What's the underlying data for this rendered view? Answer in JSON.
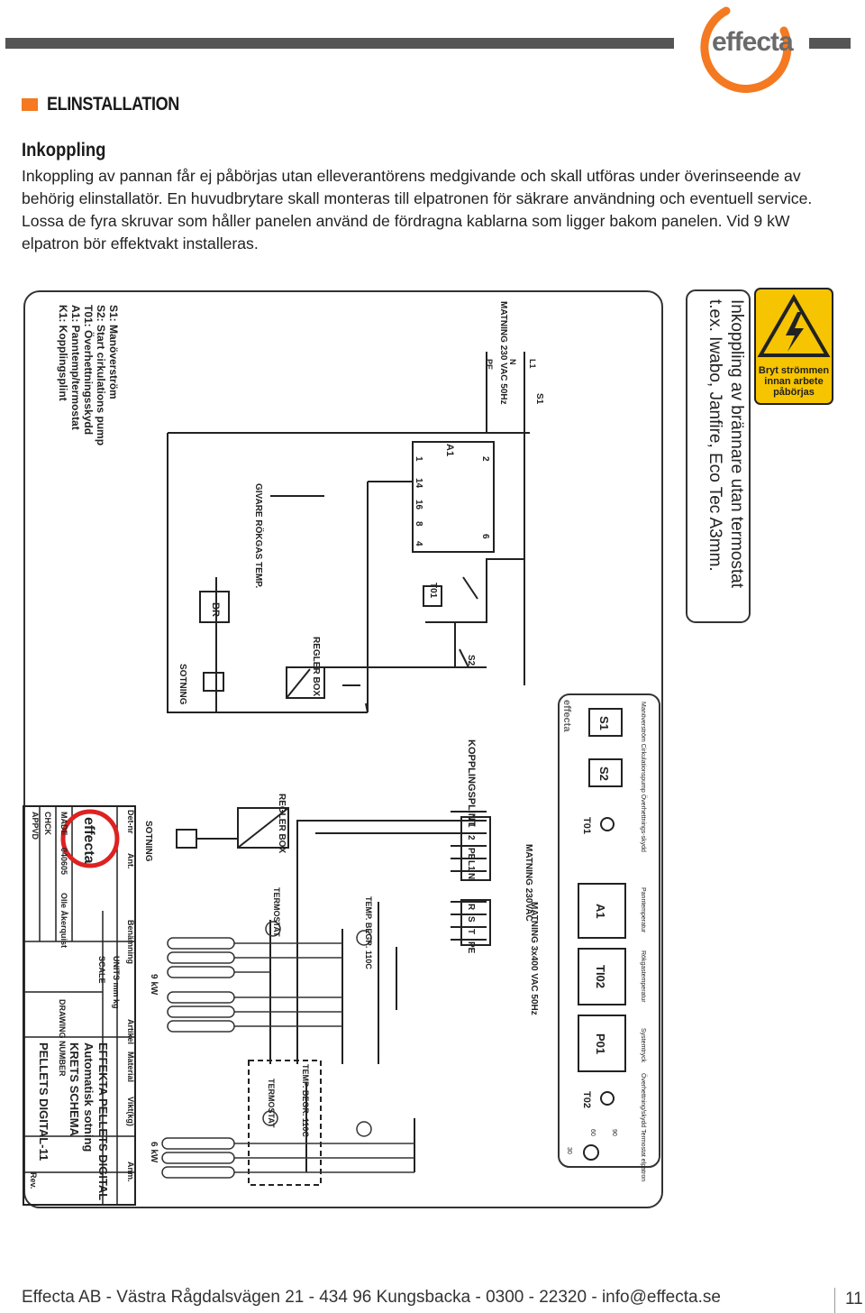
{
  "header": {
    "logo_text": "effecta",
    "section_title": "ELINSTALLATION"
  },
  "intro": {
    "heading": "Inkoppling",
    "text": "Inkoppling av pannan får ej påbörjas utan elleverantörens medgivande och skall utföras under överinseende av behörig elinstallatör. En huvudbrytare skall monteras till elpatronen för säkrare användning och eventuell service. Lossa de fyra skruvar som håller panelen använd de fördragna kablarna som ligger bakom panelen. Vid 9 kW elpatron bör effektvakt installeras."
  },
  "schematic_top": {
    "legend": [
      "S1: Manöverström",
      "S2: Start cirkulations pump",
      "T01: Överhettningsskydd",
      "A1: Panntemp/termostat",
      "K1: Kopplingsplint"
    ],
    "supply": "MATNING 230 VAC 50Hz",
    "flue_sensor": "GIVARE RÖKGAS TEMP.",
    "labels": [
      "A1",
      "S1",
      "S2",
      "T01",
      "BR",
      "REGLER BOX",
      "SOTNING",
      "L1",
      "N",
      "PE"
    ],
    "note": "Inkoppling av brännare utan termostat t.ex. Iwabo, Janfire, Eco Tec A3mm.",
    "warning": "Bryt strömmen innan arbete påbörjas"
  },
  "panel": {
    "logo": "effecta",
    "buttons": [
      "S1",
      "S2",
      "A1",
      "TI02",
      "P01"
    ],
    "lamps": [
      "T01",
      "T02"
    ],
    "captions": [
      "Manöverström",
      "Cirkulationspump",
      "Överhettnings-skydd",
      "Panntemperatur",
      "Rökgastemperatur",
      "Systemtryck",
      "Överhettning/skydd Termostat elpatron"
    ],
    "scale": [
      "30",
      "60",
      "90"
    ]
  },
  "schematic_bottom": {
    "terminal": "KOPPLINGSPLINT",
    "supply_1": "MATNING 230VAC",
    "supply_3": "MATNING 3x400 VAC 50Hz",
    "thermostat": "TERMOSTAT",
    "temp_limit": "TEMP. BEGR. 110C",
    "power_9": "9 kW",
    "power_6": "6 kW",
    "regler": "REGLER BOX",
    "sotning": "SOTNING",
    "terminals": [
      "1",
      "2",
      "PE",
      "L1",
      "N",
      "R",
      "S",
      "T",
      "PE"
    ]
  },
  "title_block": {
    "logo": "effecta",
    "headers": [
      "Det-nr",
      "Ant.",
      "Benämning",
      "Artikel",
      "Material",
      "Vikt(kg)",
      "Anm."
    ],
    "title": "EFFEKTA PELLETS DIGITAL",
    "subtitle_1": "Automatisk sotning",
    "subtitle_2": "KRETS SCHEMA",
    "drawing_no": "PELLETS DIGITAL-11",
    "fields": [
      "MADE",
      "CHCK",
      "APPVD",
      "UNITS",
      "SCALE",
      "DRAWING NUMBER",
      "Rev."
    ],
    "made_value": "040605",
    "author": "Olle Åkerquist"
  },
  "footer": {
    "text": "Effecta AB - Västra Rågdalsvägen 21 - 434 96 Kungsbacka - 0300 - 22320 - info@effecta.se",
    "page": "11"
  }
}
